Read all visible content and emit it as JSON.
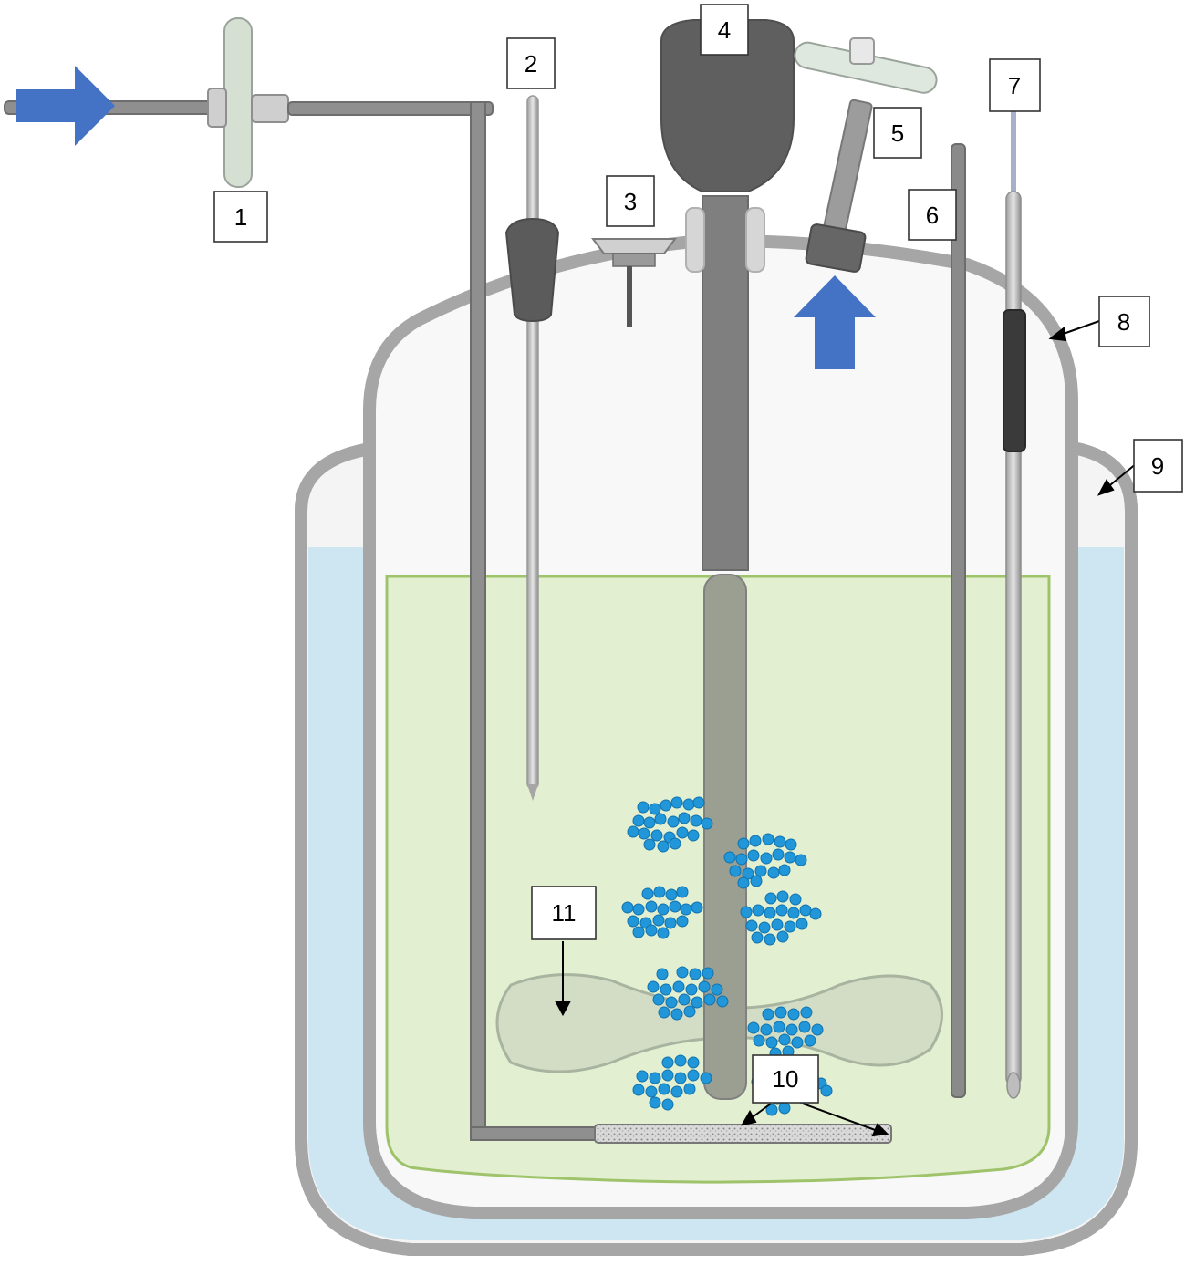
{
  "labels": [
    {
      "id": "1",
      "text": "1"
    },
    {
      "id": "2",
      "text": "2"
    },
    {
      "id": "3",
      "text": "3"
    },
    {
      "id": "4",
      "text": "4"
    },
    {
      "id": "5",
      "text": "5"
    },
    {
      "id": "6",
      "text": "6"
    },
    {
      "id": "7",
      "text": "7"
    },
    {
      "id": "8",
      "text": "8"
    },
    {
      "id": "9",
      "text": "9"
    },
    {
      "id": "10",
      "text": "10"
    },
    {
      "id": "11",
      "text": "11"
    }
  ],
  "colors": {
    "flow_arrow": "#4472c4",
    "culture_medium": "#e2efd0",
    "water_jacket": "#cde6f2",
    "vessel_wall": "#a6a6a6",
    "microcarrier": "#2196d8",
    "probe_dark": "#3a3a3a",
    "shaft": "#8c8c8c"
  },
  "icons": {
    "gas_inlet": "blue-right-arrow-icon",
    "gas_outlet": "blue-up-arrow-icon",
    "cells": "microcarrier-cluster-icon"
  }
}
